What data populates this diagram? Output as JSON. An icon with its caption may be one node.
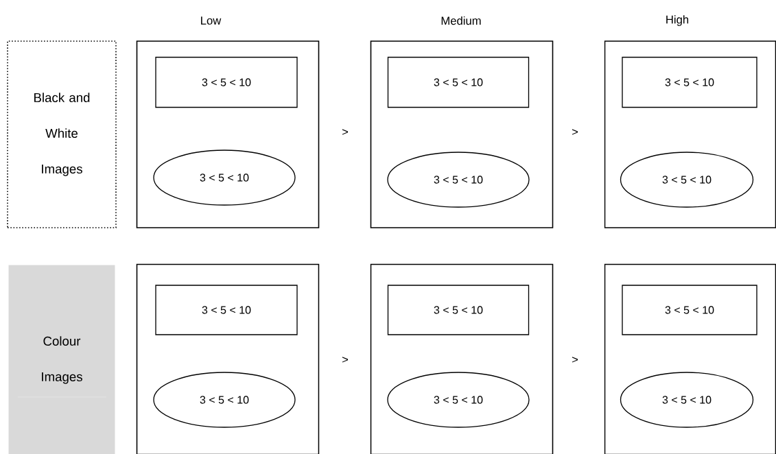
{
  "diagram": {
    "nodes": [
      {
        "text": [
          "Black and White Images"
        ]
      },
      {
        "text": [],
        "shape": "box"
      },
      {
        "text": [
          "3 < 5 < 10"
        ],
        "in": 1
      },
      {
        "text": [
          "3 < 5 < 10"
        ],
        "in": 1
      },
      {
        "text": [],
        "shape": "box"
      },
      {
        "text": [
          "3 < 5 < 10"
        ],
        "in": 4
      },
      {
        "text": [
          "3 < 5 < 10"
        ],
        "in": 4
      },
      {
        "text": [],
        "shape": "box"
      },
      {
        "text": [
          "3 < 5 < 10"
        ],
        "in": 7
      },
      {
        "text": [
          "3 < 5 < 10"
        ],
        "in": 7
      },
      {
        "text": [
          "Colour Images"
        ]
      },
      {
        "text": [],
        "shape": "box"
      },
      {
        "text": [
          "3 < 5 < 10"
        ],
        "in": 11
      },
      {
        "text": [
          "3 < 5 < 10"
        ],
        "in": 11
      },
      {
        "text": [],
        "shape": "box"
      },
      {
        "text": [
          "3 < 5 < 10"
        ],
        "in": 14
      },
      {
        "text": [
          "3 < 5 < 10"
        ],
        "in": 14
      },
      {
        "text": [],
        "shape": "box"
      },
      {
        "text": [
          "3 < 5 < 10"
        ],
        "in": 17
      },
      {
        "text": [
          "3 < 5 < 10"
        ],
        "in": 17
      }
    ],
    "labels": [
      "Low",
      "Medium",
      "High",
      ">",
      ">",
      ">",
      ">"
    ]
  }
}
